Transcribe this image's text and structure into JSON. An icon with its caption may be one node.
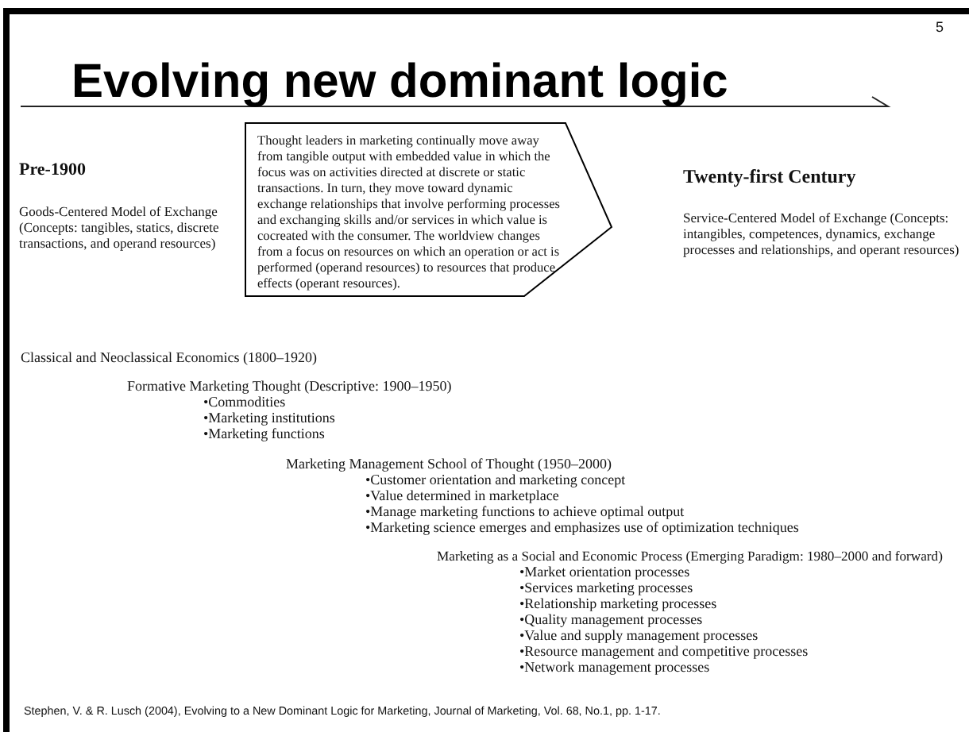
{
  "diagram": {
    "title": "Evolving new dominant logic",
    "caption": "Stephen, V. & R. Lusch (2004), Evolving to a New Dominant Logic for Marketing, Journal of Marketing, Vol. 68, No.1, pp. 1-17.",
    "nodes": [
      {
        "text": [
          "Pre-1900",
          "Goods-Centered Model of Exchange (Concepts: tangibles, statics, discrete transactions, and operand resources)"
        ]
      },
      {
        "text": [
          "Thought leaders in marketing continually move away from tangible output with embedded value in which the focus was on activities directed at discrete or static transactions. In turn, they move toward dynamic exchange relationships that involve performing processes and exchanging skills and/or services in which value is cocreated with the consumer. The worldview changes from a focus on resources on which an operation or act is performed (operand resources) to resources that produce effects (operant resources)."
        ]
      },
      {
        "text": [
          "Twenty-first Century",
          "Service-Centered Model of Exchange (Concepts: intangibles, competences, dynamics, exchange processes and relationships, and operant resources)"
        ]
      }
    ],
    "labels": [
      "5",
      "Classical and Neoclassical Economics (1800–1920)",
      "Formative Marketing Thought (Descriptive: 1900–1950)",
      "•Commodities",
      "•Marketing institutions",
      "•Marketing functions",
      "Marketing Management School of Thought (1950–2000)",
      "•Customer orientation and marketing concept",
      "•Value determined in marketplace",
      "•Manage marketing functions to achieve optimal output",
      "•Marketing science emerges and emphasizes use of optimization techniques",
      "Marketing as a Social and Economic Process (Emerging Paradigm: 1980–2000 and forward)",
      "•Market orientation processes",
      "•Services marketing processes",
      "•Relationship marketing processes",
      "•Quality management processes",
      "•Value and supply management processes",
      "•Resource management and competitive processes",
      "•Network management processes"
    ]
  }
}
